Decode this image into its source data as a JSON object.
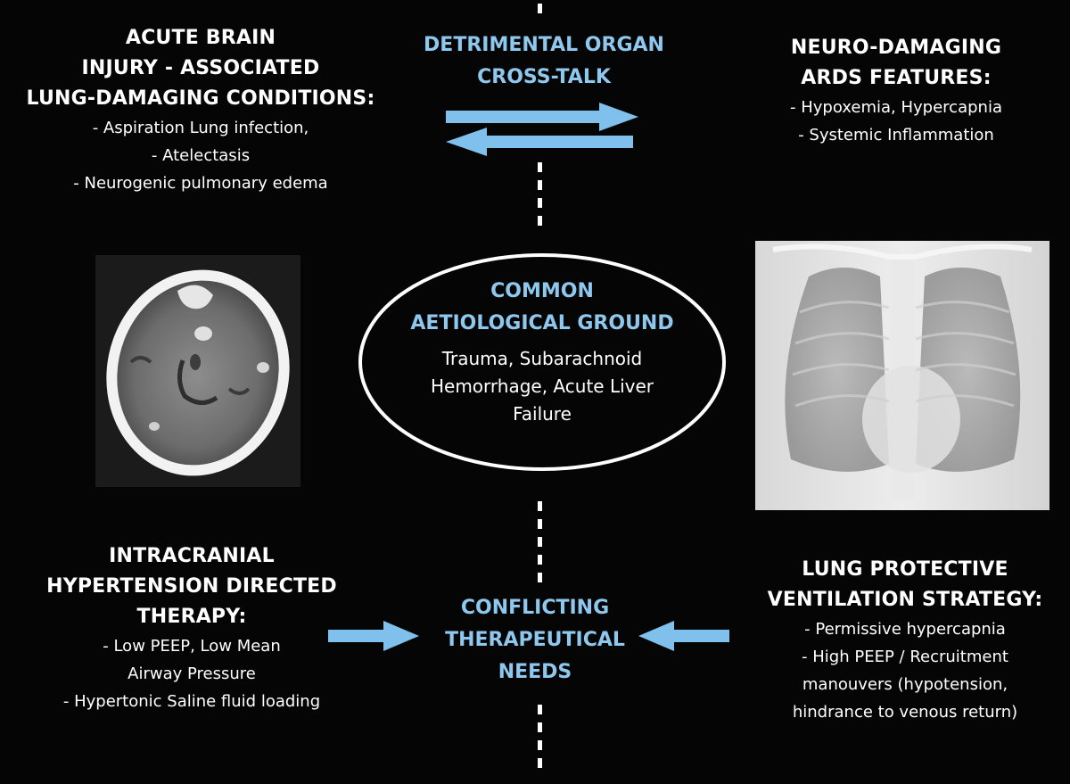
{
  "top_left": {
    "heading": [
      "ACUTE BRAIN",
      "INJURY -  ASSOCIATED",
      "LUNG-DAMAGING CONDITIONS:"
    ],
    "items": [
      "- Aspiration Lung infection,",
      "- Atelectasis",
      "- Neurogenic pulmonary edema"
    ]
  },
  "top_center": {
    "heading": [
      "DETRIMENTAL ORGAN",
      "CROSS-TALK"
    ]
  },
  "top_right": {
    "heading": [
      "NEURO-DAMAGING",
      "ARDS FEATURES:"
    ],
    "items": [
      "- Hypoxemia, Hypercapnia",
      "- Systemic Inflammation"
    ]
  },
  "center": {
    "heading": [
      "COMMON",
      "AETIOLOGICAL GROUND"
    ],
    "items": [
      "Trauma, Subarachnoid",
      "Hemorrhage, Acute Liver",
      "Failure"
    ]
  },
  "bottom_left": {
    "heading": [
      "INTRACRANIAL",
      "HYPERTENSION DIRECTED",
      "THERAPY:"
    ],
    "items": [
      "- Low PEEP, Low Mean",
      "Airway Pressure",
      "- Hypertonic Saline fluid loading"
    ]
  },
  "bottom_center": {
    "heading": [
      "CONFLICTING",
      "THERAPEUTICAL",
      "NEEDS"
    ]
  },
  "bottom_right": {
    "heading": [
      "LUNG PROTECTIVE",
      "VENTILATION STRATEGY:"
    ],
    "items": [
      "- Permissive hypercapnia",
      "- High PEEP / Recruitment",
      "manouvers (hypotension,",
      "hindrance to venous return)"
    ]
  },
  "images": {
    "left_icon": "brain-ct-scan",
    "right_icon": "chest-xray"
  },
  "colors": {
    "background": "#050505",
    "accent_blue": "#8ec8ee",
    "arrow_blue": "#7fc0ec",
    "text": "#ffffff"
  }
}
